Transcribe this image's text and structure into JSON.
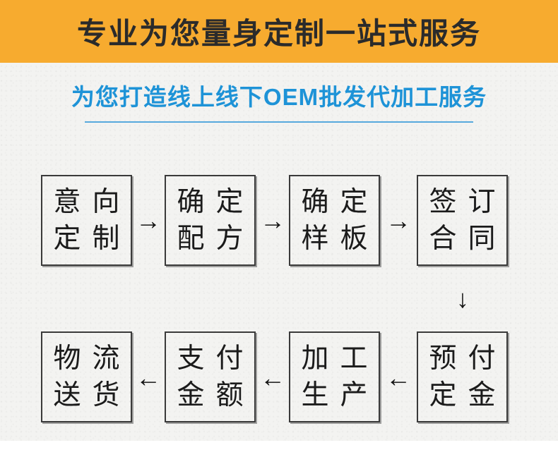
{
  "banner": {
    "title": "专业为您量身定制一站式服务"
  },
  "subtitle": {
    "text": "为您打造线上线下OEM批发代加工服务"
  },
  "flow": {
    "steps": [
      {
        "line1": "意向",
        "line2": "定制"
      },
      {
        "line1": "确定",
        "line2": "配方"
      },
      {
        "line1": "确定",
        "line2": "样板"
      },
      {
        "line1": "签订",
        "line2": "合同"
      },
      {
        "line1": "预付",
        "line2": "定金"
      },
      {
        "line1": "加工",
        "line2": "生产"
      },
      {
        "line1": "支付",
        "line2": "金额"
      },
      {
        "line1": "物流",
        "line2": "送货"
      }
    ],
    "arrows": {
      "right": "→",
      "left": "←",
      "down": "↓"
    }
  },
  "colors": {
    "banner_bg": "#F7AB2F",
    "banner_text": "#2B2B2B",
    "subtitle_blue": "#1E93D7",
    "underline_blue": "#57A9DD",
    "box_border": "#3A3A3A",
    "box_text": "#1B1B1B",
    "page_bg": "#F3F3F1"
  }
}
